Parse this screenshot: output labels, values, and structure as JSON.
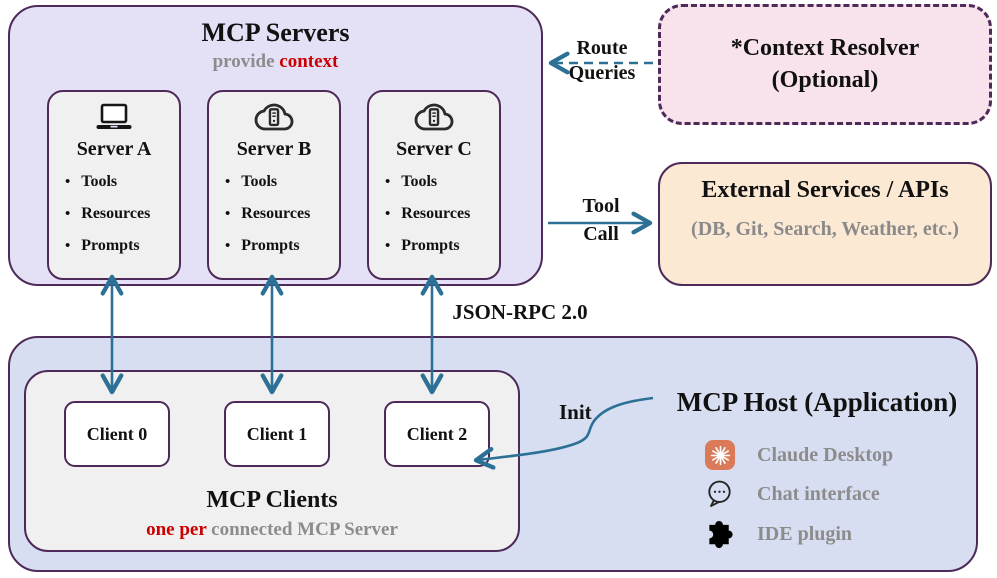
{
  "servers_panel": {
    "title": "MCP Servers",
    "subtitle_gray": "provide",
    "subtitle_red": "context",
    "servers": [
      {
        "name": "Server A",
        "icon": "laptop-icon",
        "items": [
          "Tools",
          "Resources",
          "Prompts"
        ]
      },
      {
        "name": "Server B",
        "icon": "cloud-server-icon",
        "items": [
          "Tools",
          "Resources",
          "Prompts"
        ]
      },
      {
        "name": "Server C",
        "icon": "cloud-server-icon",
        "items": [
          "Tools",
          "Resources",
          "Prompts"
        ]
      }
    ]
  },
  "context_resolver": {
    "line1": "*Context Resolver",
    "line2": "(Optional)"
  },
  "external_services": {
    "title": "External Services / APIs",
    "subtitle": "(DB, Git, Search, Weather, etc.)"
  },
  "labels": {
    "route_line1": "Route",
    "route_line2": "Queries",
    "tool_line1": "Tool",
    "tool_line2": "Call",
    "json_rpc": "JSON-RPC 2.0",
    "init": "Init"
  },
  "host_panel": {
    "title": "MCP Host (Application)",
    "clients_title": "MCP Clients",
    "clients_sub_red": "one per",
    "clients_sub_gray": "connected MCP Server",
    "clients": [
      {
        "label": "Client 0"
      },
      {
        "label": "Client 1"
      },
      {
        "label": "Client 2"
      }
    ],
    "features": [
      {
        "icon": "claude-logo-icon",
        "label": "Claude Desktop"
      },
      {
        "icon": "chat-bubble-icon",
        "label": "Chat interface"
      },
      {
        "icon": "puzzle-piece-icon",
        "label": "IDE plugin"
      }
    ]
  },
  "colors": {
    "border_purple": "#4D2A57",
    "arrow_teal": "#2C7195",
    "servers_bg": "#E4E1F7",
    "host_bg": "#D8DEF1",
    "card_bg": "#F1F0F0",
    "resolver_bg": "#F8E3EC",
    "external_bg": "#FCE9D3",
    "accent_red": "#CC0000",
    "muted_gray": "#8C8C8C",
    "claude_orange": "#DB7A58"
  }
}
